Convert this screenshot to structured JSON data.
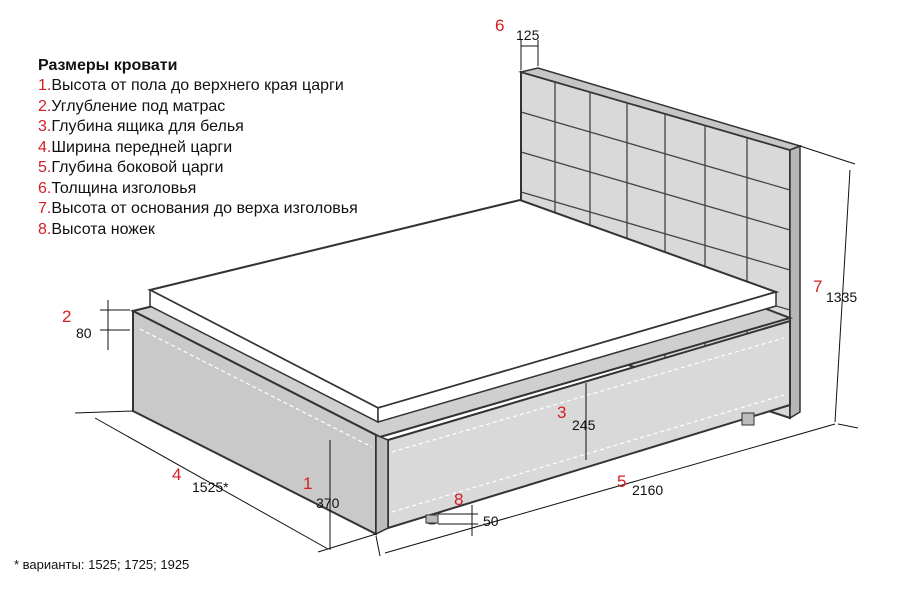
{
  "legend": {
    "title": "Размеры кровати",
    "items": [
      {
        "num": "1.",
        "text": "Высота от пола до верхнего края царги"
      },
      {
        "num": "2.",
        "text": "Углубление под матрас"
      },
      {
        "num": "3.",
        "text": "Глубина ящика для белья"
      },
      {
        "num": "4.",
        "text": "Ширина передней царги"
      },
      {
        "num": "5.",
        "text": "Глубина боковой царги"
      },
      {
        "num": "6.",
        "text": "Толщина изголовья"
      },
      {
        "num": "7.",
        "text": "Высота от основания до верха изголовья"
      },
      {
        "num": "8.",
        "text": "Высота ножек"
      }
    ]
  },
  "dimensions": {
    "d1": {
      "index": "1",
      "value": "370"
    },
    "d2": {
      "index": "2",
      "value": "80"
    },
    "d3": {
      "index": "3",
      "value": "245"
    },
    "d4": {
      "index": "4",
      "value": "1525*"
    },
    "d5": {
      "index": "5",
      "value": "2160"
    },
    "d6": {
      "index": "6",
      "value": "125"
    },
    "d7": {
      "index": "7",
      "value": "1335"
    },
    "d8": {
      "index": "8",
      "value": "50"
    }
  },
  "footnote": "* варианты: 1525; 1725; 1925",
  "colors": {
    "frame_fill": "#d9d9d9",
    "frame_dark": "#b7b7b7",
    "outline": "#333333",
    "mattress": "#ffffff",
    "index_red": "#d21f26"
  }
}
